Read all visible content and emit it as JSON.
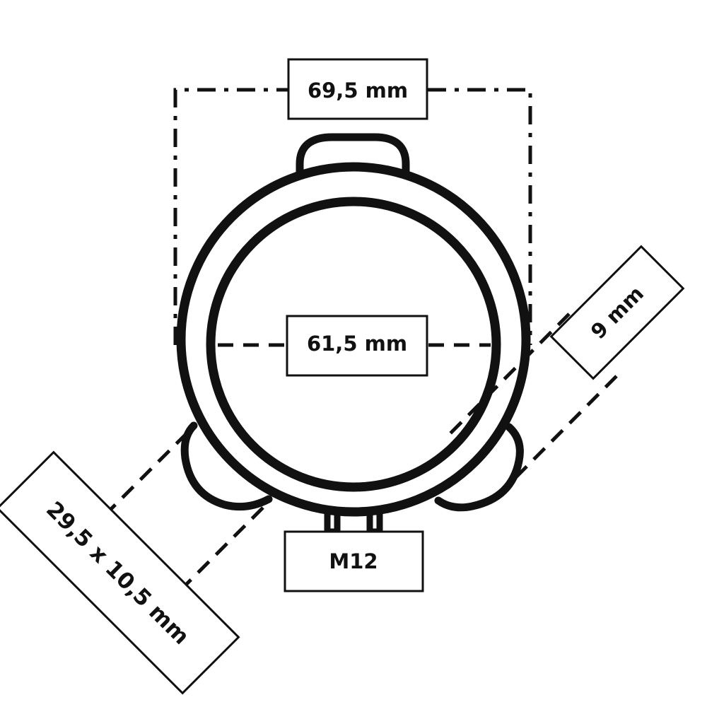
{
  "labels": {
    "outer_diameter": "69,5 mm",
    "inner_diameter": "61,5 mm",
    "thickness": "9 mm",
    "ear_size": "29,5 x 10,5 mm",
    "bolt": "M12"
  },
  "colors": {
    "stroke": "#111111",
    "background": "#ffffff"
  }
}
